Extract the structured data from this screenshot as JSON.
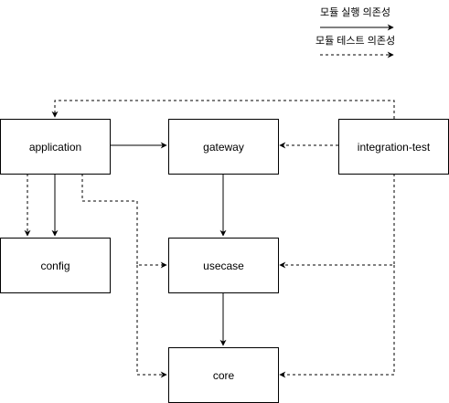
{
  "legend": {
    "runtime": "모듈 실행 의존성",
    "test": "모듈 테스트 의존성"
  },
  "nodes": {
    "application": "application",
    "gateway": "gateway",
    "integration_test": "integration-test",
    "config": "config",
    "usecase": "usecase",
    "core": "core"
  },
  "edges": [
    {
      "from": "application",
      "to": "gateway",
      "kind": "runtime"
    },
    {
      "from": "application",
      "to": "config",
      "kind": "runtime"
    },
    {
      "from": "application",
      "to": "config",
      "kind": "test"
    },
    {
      "from": "application",
      "to": "usecase",
      "kind": "test"
    },
    {
      "from": "application",
      "to": "core",
      "kind": "test"
    },
    {
      "from": "gateway",
      "to": "usecase",
      "kind": "runtime"
    },
    {
      "from": "usecase",
      "to": "core",
      "kind": "runtime"
    },
    {
      "from": "integration_test",
      "to": "application",
      "kind": "test"
    },
    {
      "from": "integration_test",
      "to": "gateway",
      "kind": "test"
    },
    {
      "from": "integration_test",
      "to": "usecase",
      "kind": "test"
    },
    {
      "from": "integration_test",
      "to": "core",
      "kind": "test"
    }
  ],
  "colors": {
    "stroke": "#000000",
    "fill": "#ffffff"
  }
}
